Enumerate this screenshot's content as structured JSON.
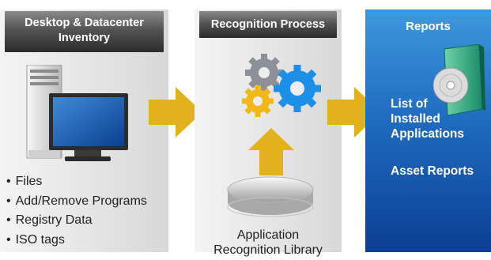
{
  "panels": {
    "inventory": {
      "title_line1": "Desktop & Datacenter",
      "title_line2": "Inventory",
      "bullets": [
        "Files",
        "Add/Remove Programs",
        "Registry Data",
        "ISO tags"
      ]
    },
    "recognition": {
      "title": "Recognition Process",
      "library_line1": "Application",
      "library_line2": "Recognition Library"
    },
    "reports": {
      "title": "Reports",
      "item1_line1": "List of",
      "item1_line2": "Installed",
      "item1_line3": "Applications",
      "item2": "Asset Reports"
    }
  },
  "colors": {
    "arrow": "#e1b21c",
    "gear_gray": "#8d9197",
    "gear_orange": "#f2b718",
    "gear_blue": "#1e8fe6",
    "reports_bg": "#1f6cc0"
  },
  "icons": [
    "computer-icon",
    "gears-icon",
    "library-disc-icon",
    "software-box-icon",
    "arrow-icon"
  ]
}
